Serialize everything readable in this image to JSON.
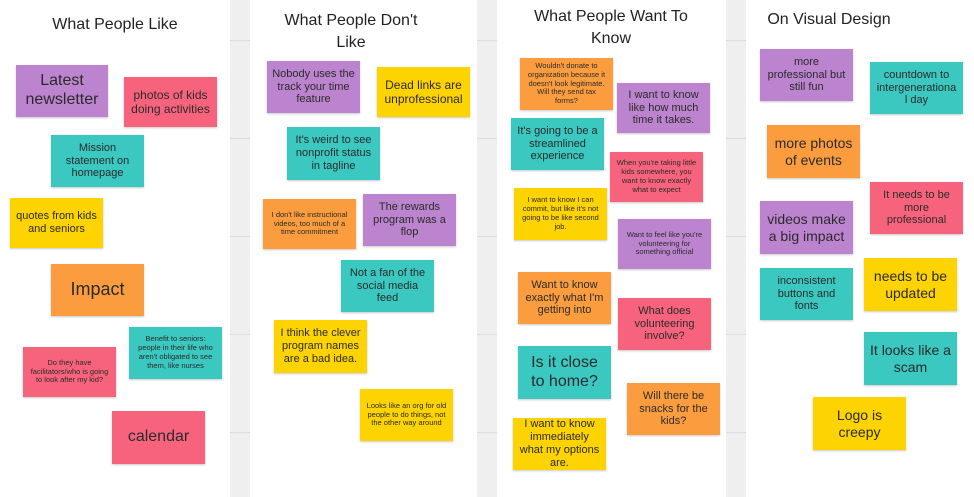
{
  "columns": {
    "like": {
      "title": "What People Like",
      "notes": [
        "Latest newsletter",
        "photos of kids doing activities",
        "Mission statement on homepage",
        "quotes from kids and seniors",
        "Impact",
        "Benefit to seniors: people in their life who aren't obligated to see them, like nurses",
        "Do they have facilitators/who is going to look after my kid?",
        "calendar"
      ]
    },
    "dislike": {
      "title": "What People Don't Like",
      "notes": [
        "Nobody uses the track your time feature",
        "Dead links are unprofessional",
        "It's weird to see nonprofit status in tagline",
        "I don't like instructional videos, too much of a time commitment",
        "The rewards program was a flop",
        "Not a fan of the social media feed",
        "I think the clever program names are a bad idea.",
        "Looks like an org for old people to do things, not the other way around"
      ]
    },
    "know": {
      "title": "What People Want To Know",
      "notes": [
        "Wouldn't donate to organization because it doesn't look legitimate. Will they send tax forms?",
        "I want to know like how much time it takes.",
        "It's going to be a streamlined experience",
        "When you're taking little kids somewhere, you want to know exactly what to expect",
        "I want to know I can commit, but like it's not going to be like second job.",
        "Want to feel like you're volunteering for something official",
        "Want to know exactly what I'm getting into",
        "What does volunteering involve?",
        "Is it close to home?",
        "Will there be snacks for the kids?",
        "I want to know immediately what my options are."
      ]
    },
    "design": {
      "title": "On Visual Design",
      "notes": [
        "more professional but still fun",
        "countdown to intergenerationa l day",
        "more photos of events",
        "It needs to be more professional",
        "videos make a big impact",
        "inconsistent buttons and fonts",
        "needs to be updated",
        "It looks like a scam",
        "Logo is creepy"
      ]
    }
  },
  "colors": {
    "pink": "#f7637c",
    "orange": "#fb9d3e",
    "yellow": "#fed302",
    "purple": "#bc83cf",
    "teal": "#3ac8c0",
    "board_background": "#efefef",
    "column_background": "#ffffff"
  }
}
